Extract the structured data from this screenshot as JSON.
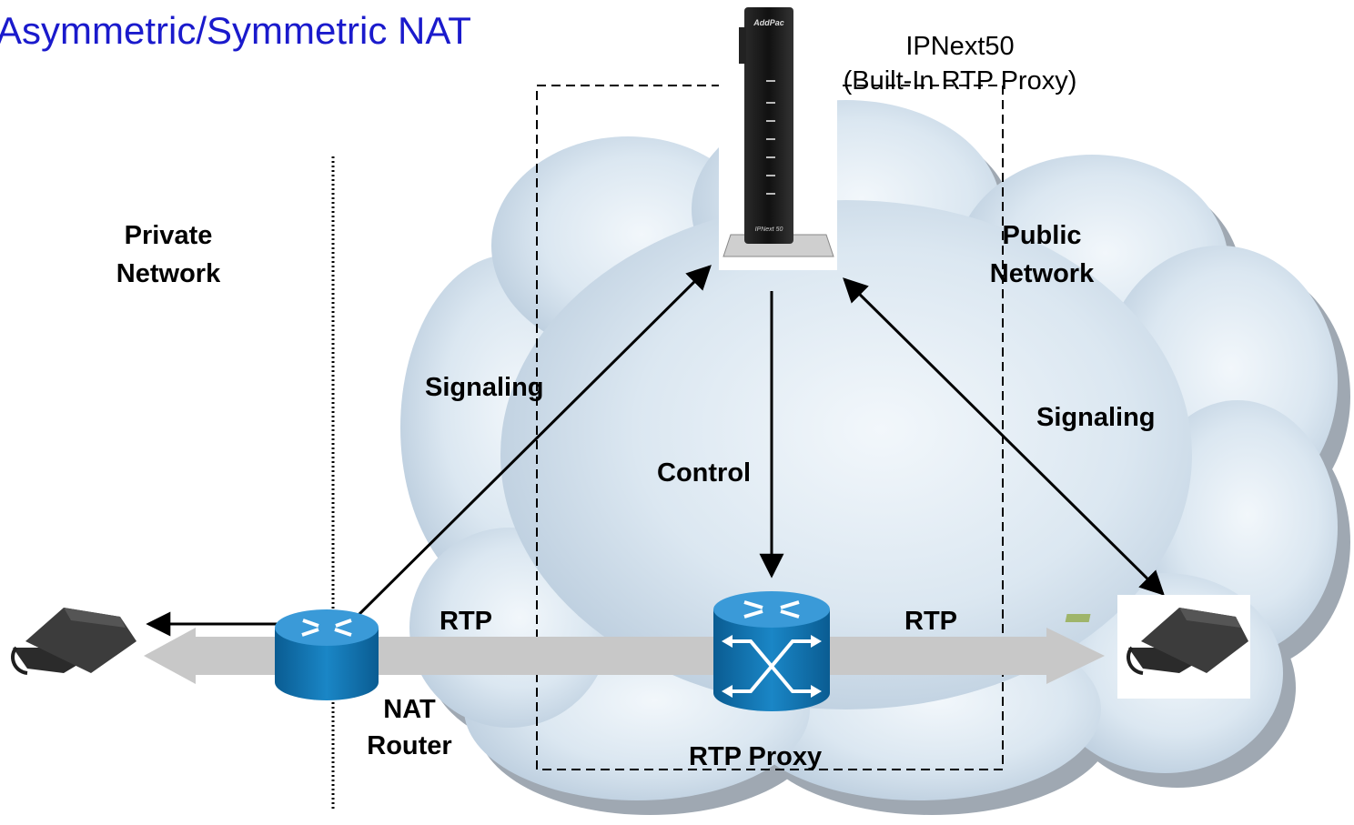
{
  "title": "Asymmetric/Symmetric NAT",
  "device": {
    "name": "IPNext50",
    "subtitle": "(Built-In RTP Proxy)",
    "brand": "AddPac",
    "model_label": "IPNext 50"
  },
  "zones": {
    "private": [
      "Private",
      "Network"
    ],
    "public": [
      "Public",
      "Network"
    ]
  },
  "labels": {
    "signaling_left": "Signaling",
    "signaling_right": "Signaling",
    "control": "Control",
    "rtp_left": "RTP",
    "rtp_right": "RTP",
    "nat_router": [
      "NAT",
      "Router"
    ],
    "rtp_proxy": "RTP Proxy"
  },
  "colors": {
    "title": "#1a1acc",
    "cloud": "#c9dcec",
    "cloud_shadow": "#9fa8b2",
    "rtp_arrow": "#c8c8c8",
    "router": "#1479b8"
  }
}
